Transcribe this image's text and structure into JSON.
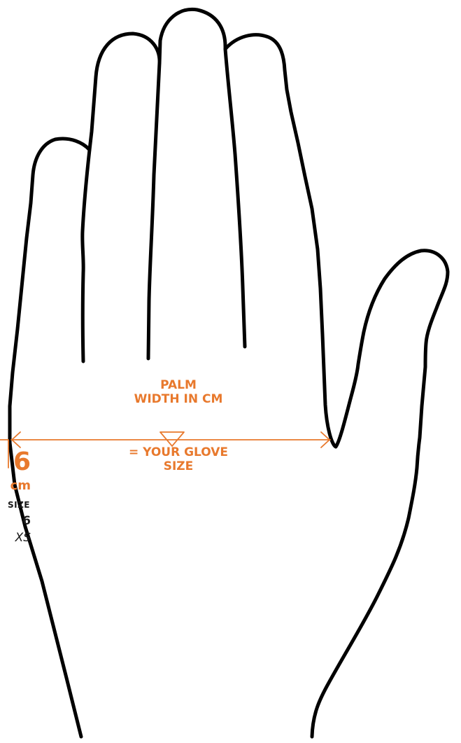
{
  "diagram": {
    "palm_label": {
      "line1": "PALM",
      "line2": "WIDTH IN CM"
    },
    "result_label": {
      "line1": "= YOUR GLOVE",
      "line2": "SIZE"
    },
    "size_example": {
      "measurement": "6",
      "unit": "cm",
      "caption": "SIZE",
      "glove_size": "6",
      "letter_size": "XS"
    }
  },
  "colors": {
    "accent": "#e8792d",
    "outline": "#000000",
    "background": "#ffffff"
  }
}
